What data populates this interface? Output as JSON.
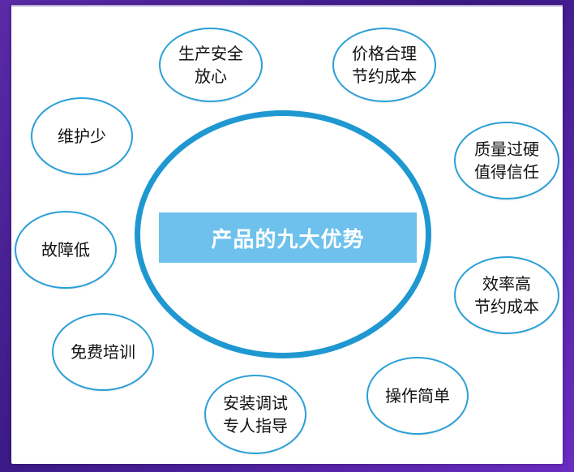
{
  "diagram": {
    "center_label": "产品的九大优势",
    "nodes": [
      {
        "id": "safe",
        "label": "生产安全\n放心"
      },
      {
        "id": "price",
        "label": "价格合理\n节约成本"
      },
      {
        "id": "quality",
        "label": "质量过硬\n值得信任"
      },
      {
        "id": "efficiency",
        "label": "效率高\n节约成本"
      },
      {
        "id": "operation",
        "label": "操作简单"
      },
      {
        "id": "install",
        "label": "安装调试\n专人指导"
      },
      {
        "id": "training",
        "label": "免费培训"
      },
      {
        "id": "fault",
        "label": "故障低"
      },
      {
        "id": "maintenance",
        "label": "维护少"
      }
    ]
  },
  "colors": {
    "accent_blue": "#1f98d2",
    "banner_blue": "#6ec1ec",
    "background_purple": "#5a2aa8"
  }
}
